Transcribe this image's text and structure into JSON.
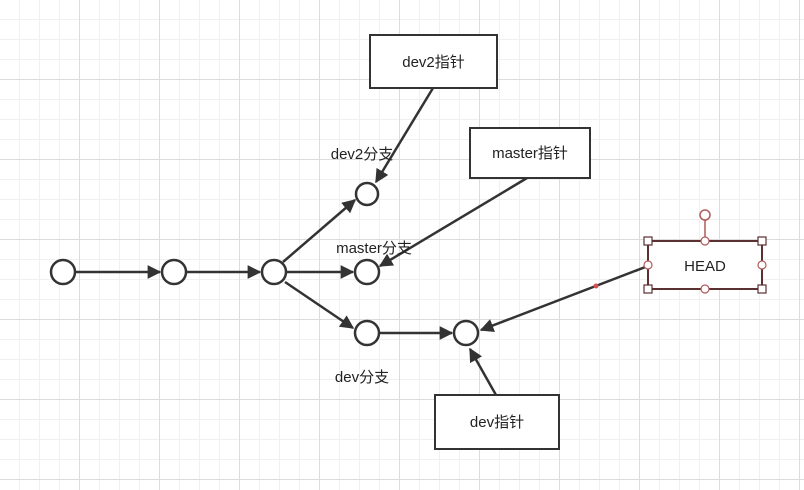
{
  "boxes": {
    "dev2_pointer": "dev2指针",
    "master_pointer": "master指针",
    "dev_pointer": "dev指针",
    "head": "HEAD"
  },
  "branch_labels": {
    "dev2": "dev2分支",
    "master": "master分支",
    "dev": "dev分支"
  },
  "colors": {
    "stroke": "#333333",
    "handle": "#b05a5a",
    "selected_border": "#5a3030"
  }
}
